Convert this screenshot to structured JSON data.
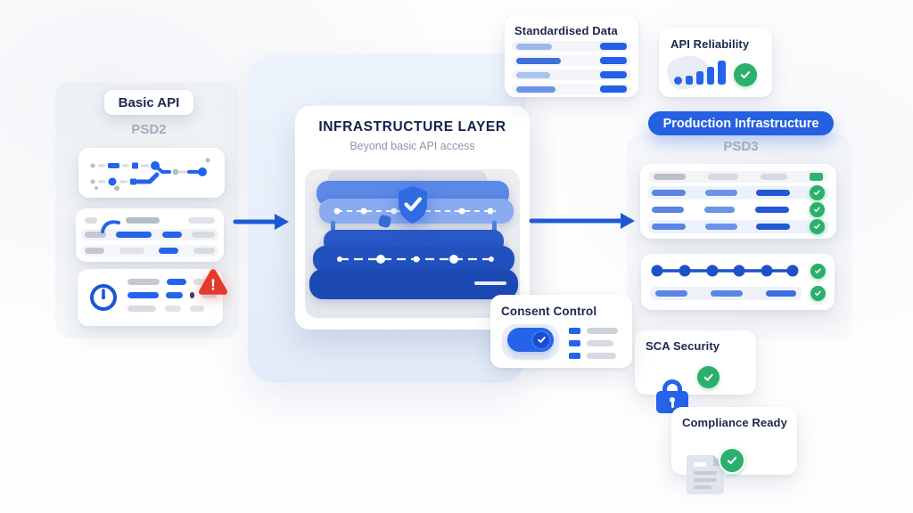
{
  "palette": {
    "accent_blue": "#2563eb",
    "deep_blue": "#1d4fc0",
    "navy_text": "#1d2750",
    "muted_text": "#a3abba",
    "success_green": "#2ab06c",
    "alert_red": "#e23a2c",
    "panel_blue": "#e7eefa"
  },
  "left_column": {
    "badge_label": "Basic API",
    "era_label": "PSD2"
  },
  "center": {
    "title": "INFRASTRUCTURE LAYER",
    "subtitle": "Beyond basic API access"
  },
  "callouts": {
    "standardised_data": {
      "title": "Standardised Data"
    },
    "api_reliability": {
      "title": "API Reliability"
    },
    "consent_control": {
      "title": "Consent Control"
    },
    "sca_security": {
      "title": "SCA Security"
    },
    "compliance_ready": {
      "title": "Compliance Ready"
    }
  },
  "right_column": {
    "badge_label": "Production Infrastructure",
    "era_label": "PSD3"
  },
  "alerts": {
    "warning_glyph": "!"
  }
}
